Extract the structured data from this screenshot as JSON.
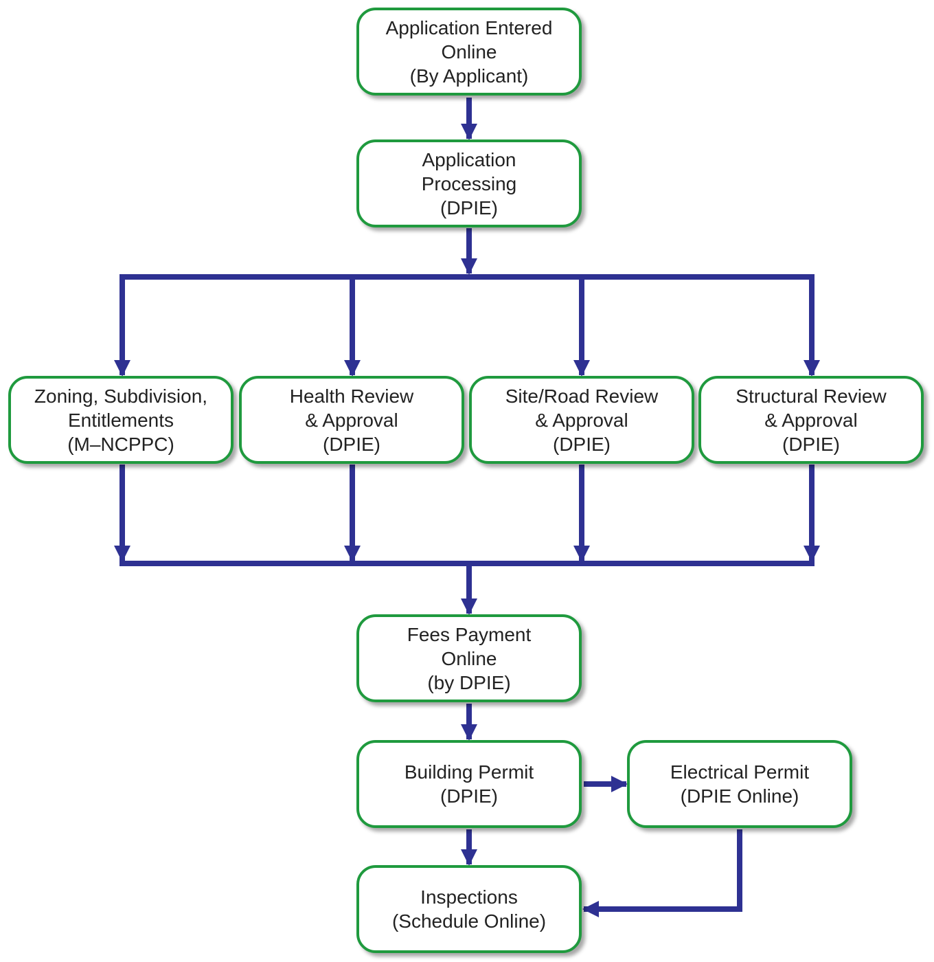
{
  "colors": {
    "connector": "#2e3192",
    "node_border": "#1f9a3e",
    "text": "#222222"
  },
  "nodes": {
    "application_entered": {
      "lines": [
        "Application Entered",
        "Online",
        "(By Applicant)"
      ]
    },
    "application_processing": {
      "lines": [
        "Application",
        "Processing",
        "(DPIE)"
      ]
    },
    "zoning": {
      "lines": [
        "Zoning, Subdivision,",
        "Entitlements",
        "(M–NCPPC)"
      ]
    },
    "health": {
      "lines": [
        "Health Review",
        "& Approval",
        "(DPIE)"
      ]
    },
    "site_road": {
      "lines": [
        "Site/Road Review",
        "& Approval",
        "(DPIE)"
      ]
    },
    "structural": {
      "lines": [
        "Structural Review",
        "& Approval",
        "(DPIE)"
      ]
    },
    "fees_payment": {
      "lines": [
        "Fees Payment",
        "Online",
        "(by DPIE)"
      ]
    },
    "building_permit": {
      "lines": [
        "Building Permit",
        "(DPIE)"
      ]
    },
    "electrical_permit": {
      "lines": [
        "Electrical Permit",
        "(DPIE Online)"
      ]
    },
    "inspections": {
      "lines": [
        "Inspections",
        "(Schedule Online)"
      ]
    }
  }
}
